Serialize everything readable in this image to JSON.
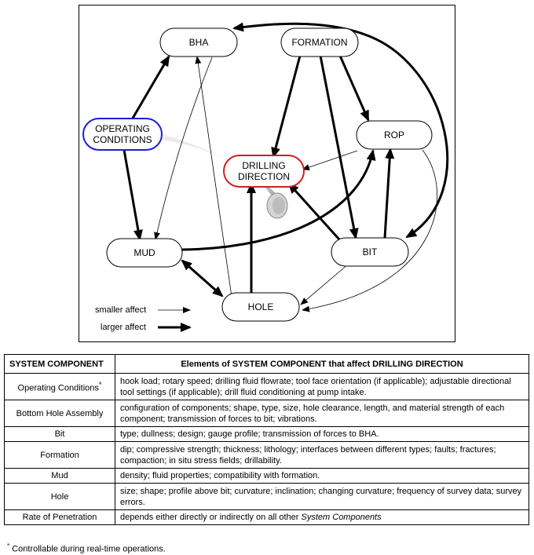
{
  "diagram": {
    "nodes": {
      "bha": "BHA",
      "formation": "FORMATION",
      "operating_line1": "OPERATING",
      "operating_line2": "CONDITIONS",
      "rop": "ROP",
      "drilling_line1": "DRILLING",
      "drilling_line2": "DIRECTION",
      "mud": "MUD",
      "bit": "BIT",
      "hole": "HOLE"
    },
    "legend": {
      "smaller": "smaller affect",
      "larger": "larger affect"
    },
    "colors": {
      "operating_border": "#1f1fd0",
      "drilling_border": "#d01f1f",
      "arrow": "#000000"
    }
  },
  "table": {
    "headers": [
      "SYSTEM COMPONENT",
      "Elements of SYSTEM COMPONENT that affect DRILLING DIRECTION"
    ],
    "rows": [
      {
        "component": "Operating Conditions",
        "sup": "*",
        "elements": "hook load; rotary speed; drilling fluid flowrate; tool face orientation (if applicable); adjustable directional tool settings (if applicable); drill fluid conditioning at pump intake."
      },
      {
        "component": "Bottom Hole Assembly",
        "elements": "configuration of components; shape, type, size, hole clearance, length, and material strength of each component; transmission of forces to bit; vibrations."
      },
      {
        "component": "Bit",
        "elements": "type; dullness; design; gauge profile; transmission of forces to BHA."
      },
      {
        "component": "Formation",
        "elements": "dip; compressive strength; thickness; lithology; interfaces between different types; faults; fractures; compaction; in situ stress fields; drillability."
      },
      {
        "component": "Mud",
        "elements": "density; fluid properties; compatibility with formation."
      },
      {
        "component": "Hole",
        "elements": "size; shape; profile above bit; curvature; inclination; changing curvature; frequency of survey data; survey errors."
      },
      {
        "component": "Rate of Penetration",
        "elements_prefix": "depends either directly or indirectly on all other ",
        "elements_italic": "System Components"
      }
    ],
    "footnote_mark": "*",
    "footnote": " Controllable during real-time operations."
  }
}
